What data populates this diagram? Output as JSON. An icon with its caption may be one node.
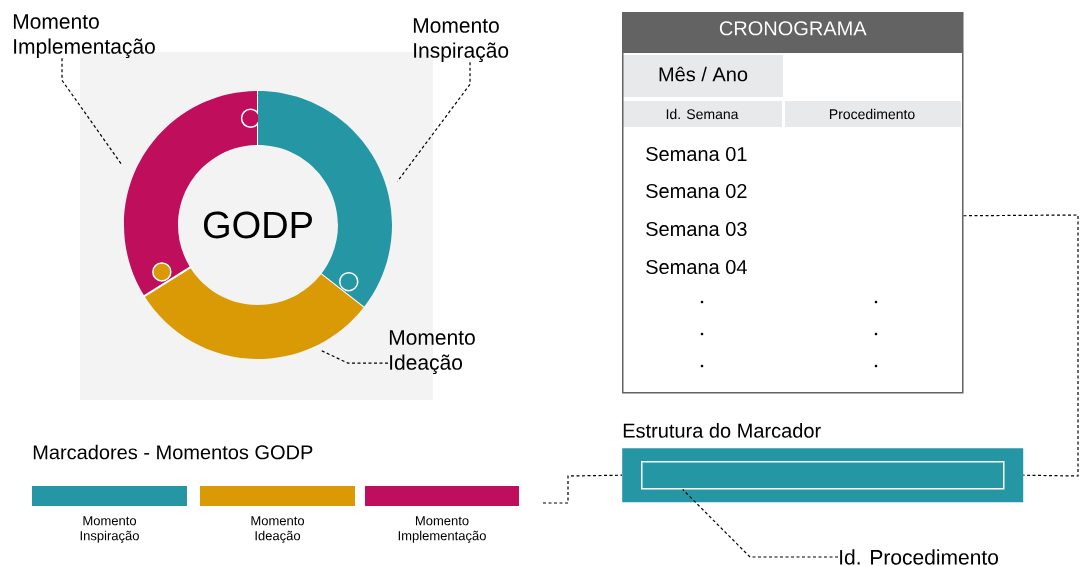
{
  "diagram": {
    "nodes": [
      {
        "text": [
          "Momento Implementação"
        ]
      },
      {
        "text": [
          "Momento Inspiração"
        ]
      },
      {
        "text": [
          "Momento Ideação"
        ]
      },
      {
        "text": [],
        "shape": "arc"
      },
      {
        "text": [],
        "shape": "arc"
      },
      {
        "text": [],
        "shape": "arc"
      },
      {
        "text": [
          "CRONOGRAMA"
        ]
      },
      {
        "text": [
          "Estrutura do Marcador"
        ]
      },
      {
        "text": [],
        "shape": "box",
        "in": 7
      },
      {
        "text": [
          "Id. Procedimento"
        ]
      }
    ],
    "edges": [
      {
        "from": 0,
        "to": 3,
        "arrow": "none",
        "style": "dashed"
      },
      {
        "from": 1,
        "to": 4,
        "arrow": "none",
        "style": "dashed"
      },
      {
        "from": 2,
        "to": 5,
        "arrow": "none",
        "style": "dashed"
      },
      {
        "from": 6,
        "to": 7,
        "arrow": "none",
        "style": "dashed"
      },
      {
        "from": null,
        "to": 7,
        "arrow": "none",
        "style": "dashed"
      },
      {
        "from": 9,
        "to": 8,
        "arrow": "none",
        "style": "dashed"
      }
    ],
    "labels": [
      "GODP",
      "Mês / Ano",
      "Id. Semana",
      "Procedimento",
      "Semana 01",
      "Semana 02",
      "Semana 03",
      "Semana 04",
      "Marcadores - Momentos GODP"
    ],
    "legend": [
      {
        "text": "Momento Inspiração",
        "color": "#2596a4"
      },
      {
        "text": "Momento Ideação",
        "color": "#d99a06"
      },
      {
        "text": "Momento Implementação",
        "color": "#be0e5c"
      }
    ]
  }
}
